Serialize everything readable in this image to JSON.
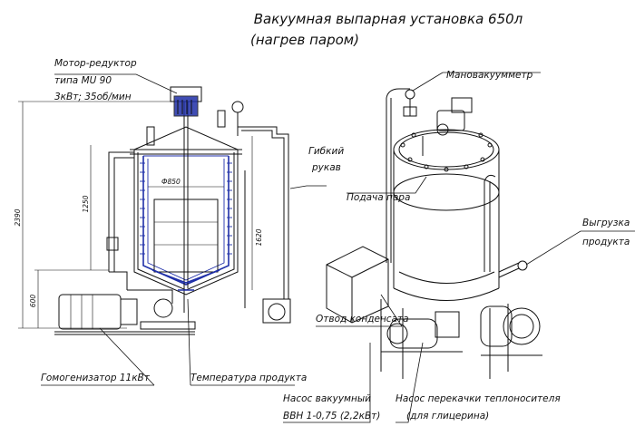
{
  "title": {
    "line1": "Вакуумная выпарная установка 650л",
    "line2": "(нагрев паром)"
  },
  "labels": {
    "motor_line1": "Мотор-редуктор",
    "motor_line2": "типа MU 90",
    "motor_line3": "3кВт; 35об/мин",
    "flexible_line1": "Гибкий",
    "flexible_line2": "рукав",
    "manovac": "Мановакуумметр",
    "steam_supply": "Подача пара",
    "unload_line1": "Выгрузка",
    "unload_line2": "продукта",
    "condensate": "Отвод конденсата",
    "homogenizer": "Гомогенизатор 11кВт",
    "product_temp": "Температура продукта",
    "vac_pump_line1": "Насос вакуумный",
    "vac_pump_line2": "ВВН 1-0,75 (2,2кВт)",
    "heat_pump_line1": "Насос перекачки теплоносителя",
    "heat_pump_line2": "(для глицерина)"
  },
  "dimensions": {
    "overall_height": "2390",
    "inner_height": "1250",
    "jacket_height": "1620",
    "leg_height": "600",
    "diameter": "Ф850"
  },
  "colors": {
    "line": "#111111",
    "blue": "#1f2fa8"
  }
}
